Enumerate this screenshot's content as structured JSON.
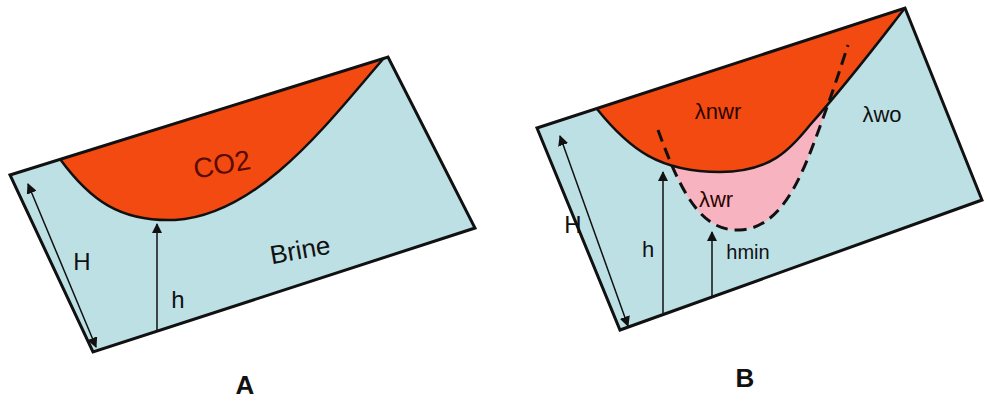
{
  "diagram": {
    "labels": [
      "CO2",
      "Brine",
      "H",
      "h",
      "A",
      "λnwr",
      "λwr",
      "λwo",
      "H",
      "h",
      "hmin",
      "B"
    ]
  }
}
